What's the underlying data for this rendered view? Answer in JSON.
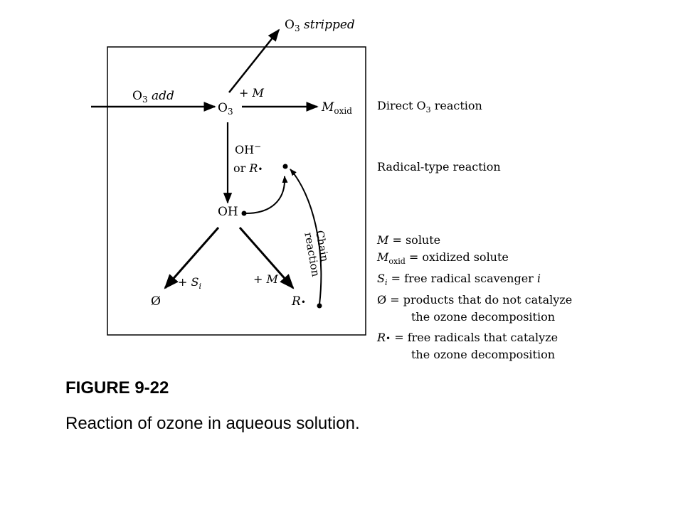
{
  "diagram": {
    "o3_stripped": {
      "main": "O",
      "sub": "3",
      "rest": " stripped"
    },
    "o3_add": {
      "main": "O",
      "sub": "3",
      "rest": " add"
    },
    "o3_center": {
      "main": "O",
      "sub": "3"
    },
    "plus_m_top": "+ M",
    "m_oxid": {
      "main": "M",
      "sub": "oxid"
    },
    "oh_minus": {
      "main": "OH",
      "sup": "−"
    },
    "or_r": {
      "pre": "or ",
      "main": "R",
      "dot": "•"
    },
    "oh_radical": "OH",
    "plus_si": {
      "pre": "+ ",
      "main": "S",
      "sub": "i"
    },
    "plus_m_bottom": "+ M",
    "null_product": "Ø",
    "r_radical": {
      "main": "R",
      "dot": "•"
    },
    "chain_reaction": [
      "Chain",
      "reaction"
    ]
  },
  "legend": {
    "direct": {
      "pre": "Direct O",
      "sub": "3",
      "post": " reaction"
    },
    "radical": "Radical-type reaction",
    "m_def": {
      "sym": "M",
      "text": " = solute"
    },
    "moxid_def": {
      "sym": "M",
      "sub": "oxid",
      "text": " = oxidized solute"
    },
    "si_def": {
      "sym": "S",
      "sub": "i",
      "text": " = free radical scavenger ",
      "tail": "i"
    },
    "null_def": {
      "sym": "Ø",
      "text": " = products that do not catalyze",
      "text2": "the ozone decomposition"
    },
    "r_def": {
      "sym": "R",
      "dot": "•",
      "text": " = free radicals that catalyze",
      "text2": "the ozone decomposition"
    }
  },
  "caption": {
    "label": "FIGURE 9-22",
    "text": "Reaction of ozone in aqueous solution."
  }
}
